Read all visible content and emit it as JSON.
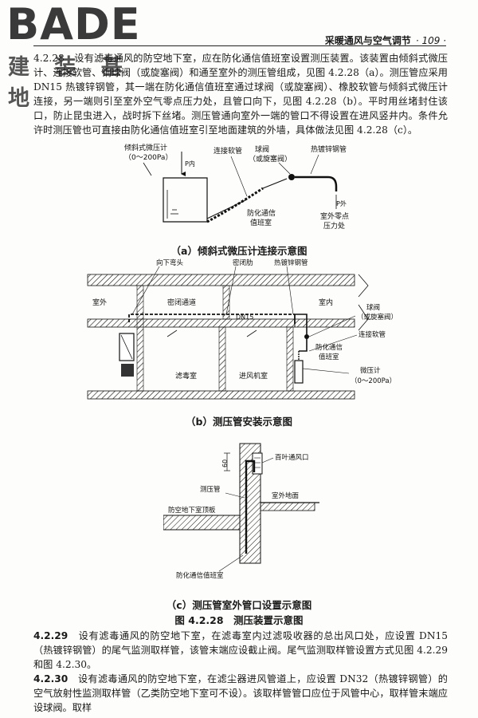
{
  "logo": {
    "text": "BADE",
    "subtitle": "建 装 基 地"
  },
  "header": {
    "title": "采暖通风与空气调节",
    "page": "· 109 ·"
  },
  "intro_paragraph": "4.2.28　设有滤毒通风的防空地下室，应在防化通信值班室设置测压装置。该装置由倾斜式微压计、连接软管、铜球阀（或旋塞阀）和通至室外的测压管组成，见图 4.2.28（a）。测压管应采用 DN15 热镀锌钢管，其一端在防化通信值班室通过球阀（或旋塞阀）、橡胶软管与倾斜式微压计连接，另一端则引至室外空气零点压力处，且管口向下，见图 4.2.28（b）。平时用丝堵封住该口，防止昆虫进入，战时拆下丝堵。测压管通向室外一端的管口不得设置在进风竖井内。条件允许时测压管也可直接由防化通信值班室引至地面建筑的外墙，具体做法见图 4.2.28（c）。",
  "figure_a": {
    "caption": "（a）倾斜式微压计连接示意图",
    "labels": {
      "manometer": "倾斜式微压计",
      "range": "（0～200Pa）",
      "hose": "连接软管",
      "valve": "球阀",
      "valve_alt": "（或旋塞阀）",
      "pipe": "热镀锌钢管",
      "room_1": "防化通信",
      "room_2": "值班室",
      "zero_1": "室外零点",
      "zero_2": "压力处",
      "p1": "P内",
      "p2": "P外"
    }
  },
  "figure_b": {
    "caption": "（b）测压管安装示意图",
    "labels": {
      "bend": "向下弯头",
      "rib": "密闭肋",
      "pipe": "热镀锌钢管",
      "outside": "室外",
      "passage": "密闭通道",
      "indoor": "室内",
      "dn": "DN15",
      "valve": "球阀",
      "valve_alt": "（或旋塞阀）",
      "hose": "连接软管",
      "room_1": "防化通信",
      "room_2": "值班室",
      "filter_room": "滤毒室",
      "fan_room": "进风机室",
      "gauge": "微压计",
      "range": "（0～200Pa）"
    }
  },
  "figure_c": {
    "caption": "（c）测压管室外管口设置示意图",
    "labels": {
      "dim": "60",
      "louver": "百叶通风口",
      "pipe": "测压管",
      "ground": "室外地面",
      "roof": "防空地下室顶板",
      "room": "防化通信值班室"
    }
  },
  "figure_title": "图 4.2.28　测压装置示意图",
  "para_4229": {
    "num": "4.2.29",
    "text": "　设有滤毒通风的防空地下室，在滤毒室内过滤吸收器的总出风口处，应设置 DN15（热镀锌钢管）的尾气监测取样管，该管末端应设截止阀。尾气监测取样管设置方式见图 4.2.29 和图 4.2.30。"
  },
  "para_4230": {
    "num": "4.2.30",
    "text": "　设有滤毒通风的防空地下室，在滤尘器进风管道上，应设置 DN32（热镀锌钢管）的空气放射性监测取样管（乙类防空地下室可不设）。该取样管管口应位于风管中心，取样管末端应设球阀。取样"
  }
}
